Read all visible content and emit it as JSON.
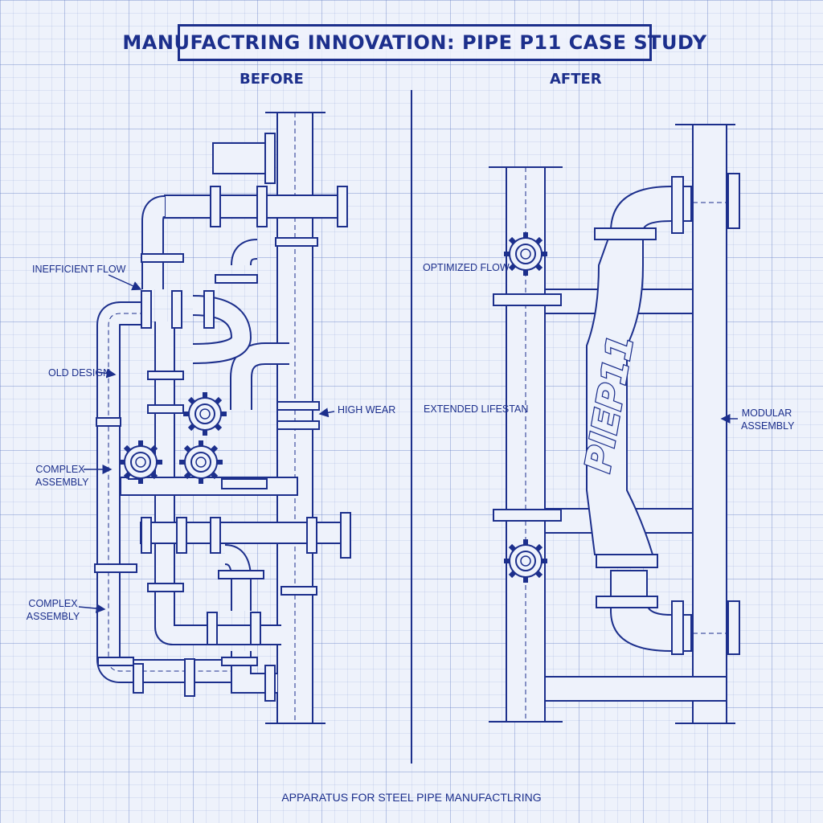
{
  "title": "MANUFACTRING INNOVATION: PIPE P11 CASE STUDY",
  "panels": {
    "before": {
      "heading": "BEFORE",
      "labels": [
        "INEFFICIENT FLOW",
        "OLD DESIGN",
        "HIGH WEAR",
        "COMPLEX ASSEMBLY",
        "COMPLEX ASSEMBLY"
      ]
    },
    "after": {
      "heading": "AFTER",
      "labels": [
        "OPTIMIZED FLOW",
        "EXTENDED LIFESTAN",
        "MODULAR ASSEMBLY"
      ],
      "pipe_marking": "PIEP11"
    }
  },
  "caption": "APPARATUS FOR STEEL PIPE MANUFACTLRING",
  "colors": {
    "ink": "#1c2f8c",
    "paper": "#eef2fb",
    "grid": "#8ea2d8"
  }
}
